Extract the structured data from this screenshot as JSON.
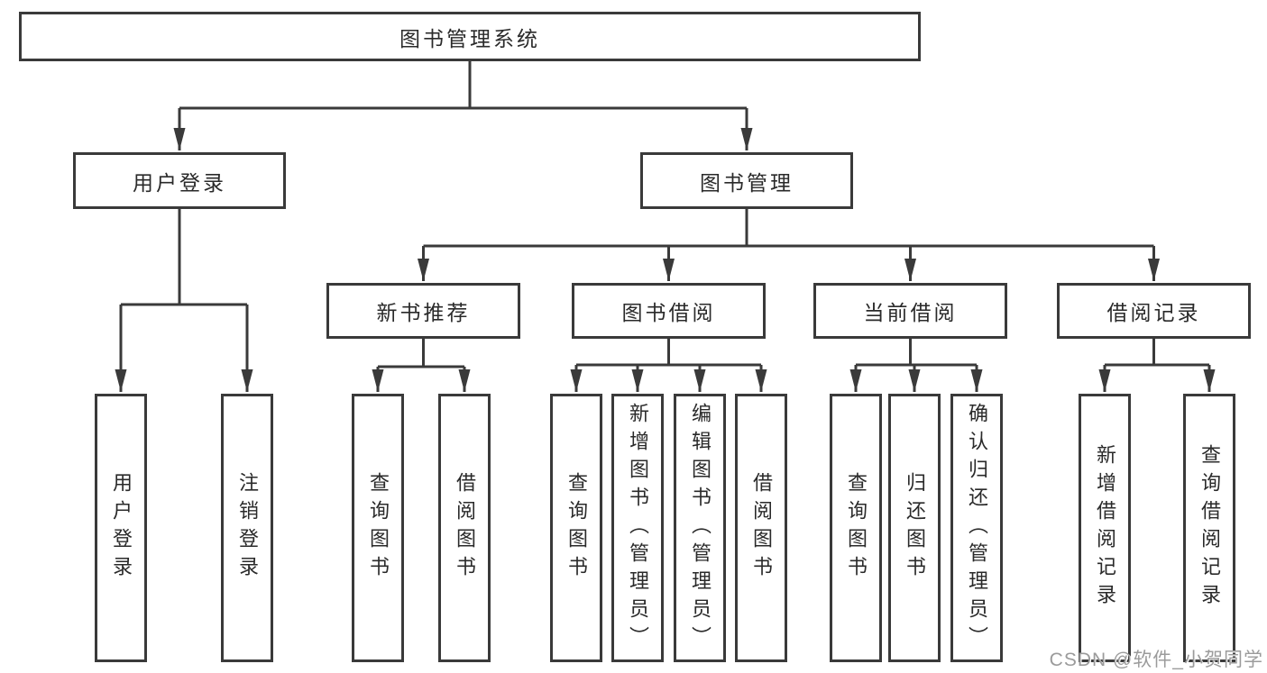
{
  "diagram_title": "图书管理系统",
  "tree": {
    "root": {
      "label": "图书管理系统"
    },
    "branches": [
      {
        "label": "用户登录",
        "children": [
          {
            "label": "用户登录"
          },
          {
            "label": "注销登录"
          }
        ]
      },
      {
        "label": "图书管理",
        "children": [
          {
            "label": "新书推荐",
            "children": [
              {
                "label": "查询图书"
              },
              {
                "label": "借阅图书"
              }
            ]
          },
          {
            "label": "图书借阅",
            "children": [
              {
                "label": "查询图书"
              },
              {
                "label": "新增图书（管理员）"
              },
              {
                "label": "编辑图书（管理员）"
              },
              {
                "label": "借阅图书"
              }
            ]
          },
          {
            "label": "当前借阅",
            "children": [
              {
                "label": "查询图书"
              },
              {
                "label": "归还图书"
              },
              {
                "label": "确认归还（管理员）"
              }
            ]
          },
          {
            "label": "借阅记录",
            "children": [
              {
                "label": "新增借阅记录"
              },
              {
                "label": "查询借阅记录"
              }
            ]
          }
        ]
      }
    ]
  },
  "watermark": {
    "text": "CSDN @软件_小贺同学"
  },
  "colors": {
    "line": "#3a3a3a",
    "box_border": "#3a3a3a",
    "text": "#2a2a2a",
    "background": "#ffffff",
    "watermark": "#9b9b9b"
  }
}
